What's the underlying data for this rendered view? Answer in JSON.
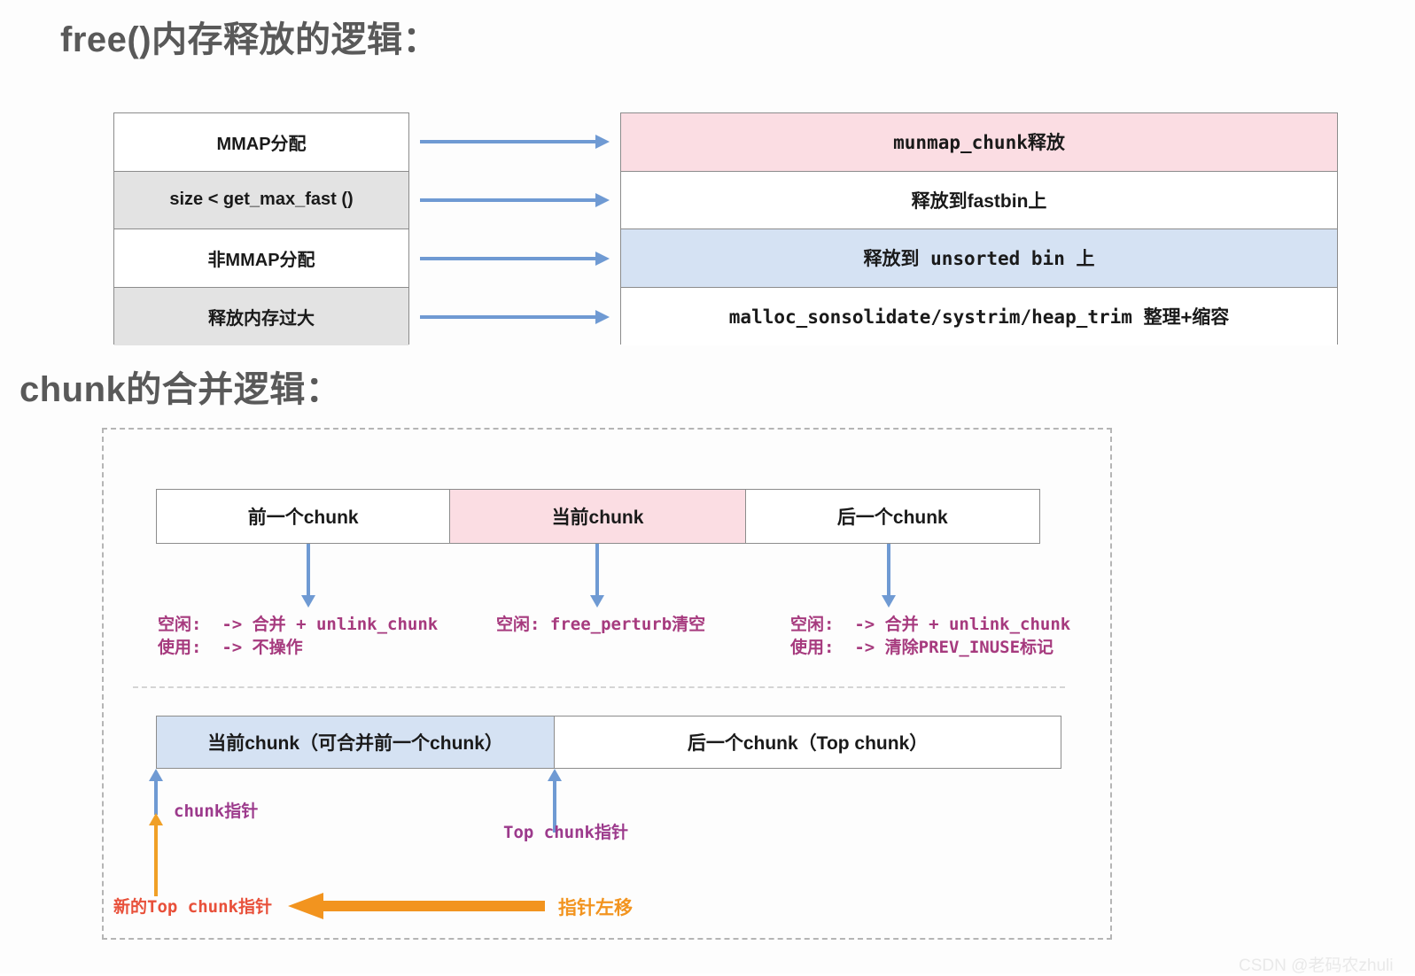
{
  "headings": {
    "free_logic": "free()内存释放的逻辑：",
    "chunk_merge": "chunk的合并逻辑："
  },
  "free_flow": {
    "conditions": [
      {
        "label": "MMAP分配",
        "bg": "#ffffff"
      },
      {
        "label": "size < get_max_fast ()",
        "bg": "#e3e3e3"
      },
      {
        "label": "非MMAP分配",
        "bg": "#ffffff"
      },
      {
        "label": "释放内存过大",
        "bg": "#e3e3e3"
      }
    ],
    "actions": [
      {
        "label": "munmap_chunk释放",
        "bg": "#fbdde3"
      },
      {
        "label": "释放到fastbin上",
        "bg": "#ffffff"
      },
      {
        "label": "释放到 unsorted bin 上",
        "bg": "#d5e2f3"
      },
      {
        "label": "malloc_sonsolidate/systrim/heap_trim 整理+缩容",
        "bg": "#ffffff"
      }
    ],
    "arrow_color": "#6f9ad3"
  },
  "chunk_merge": {
    "top_row": [
      {
        "label": "前一个chunk",
        "bg": "#ffffff"
      },
      {
        "label": "当前chunk",
        "bg": "#fbdde3"
      },
      {
        "label": "后一个chunk",
        "bg": "#ffffff"
      }
    ],
    "annotations": [
      {
        "line1": "空闲:  -> 合并 + unlink_chunk",
        "line2": "使用:  -> 不操作"
      },
      {
        "line1": "空闲: free_perturb清空",
        "line2": ""
      },
      {
        "line1": "空闲:  -> 合并 + unlink_chunk",
        "line2": "使用:  -> 清除PREV_INUSE标记"
      }
    ],
    "bottom_row": [
      {
        "label": "当前chunk（可合并前一个chunk）",
        "bg": "#d5e2f3"
      },
      {
        "label": "后一个chunk（Top chunk）",
        "bg": "#ffffff"
      }
    ],
    "pointers": {
      "chunk_ptr": "chunk指针",
      "top_chunk_ptr": "Top chunk指针",
      "new_top_chunk_ptr": "新的Top chunk指针",
      "shift_label": "指针左移"
    },
    "colors": {
      "arrow_blue": "#6f9ad3",
      "arrow_orange": "#f2941f",
      "annotation_purple": "#a63a7e",
      "new_ptr_red": "#e8503a"
    }
  },
  "watermark": "CSDN @老码农zhuli"
}
